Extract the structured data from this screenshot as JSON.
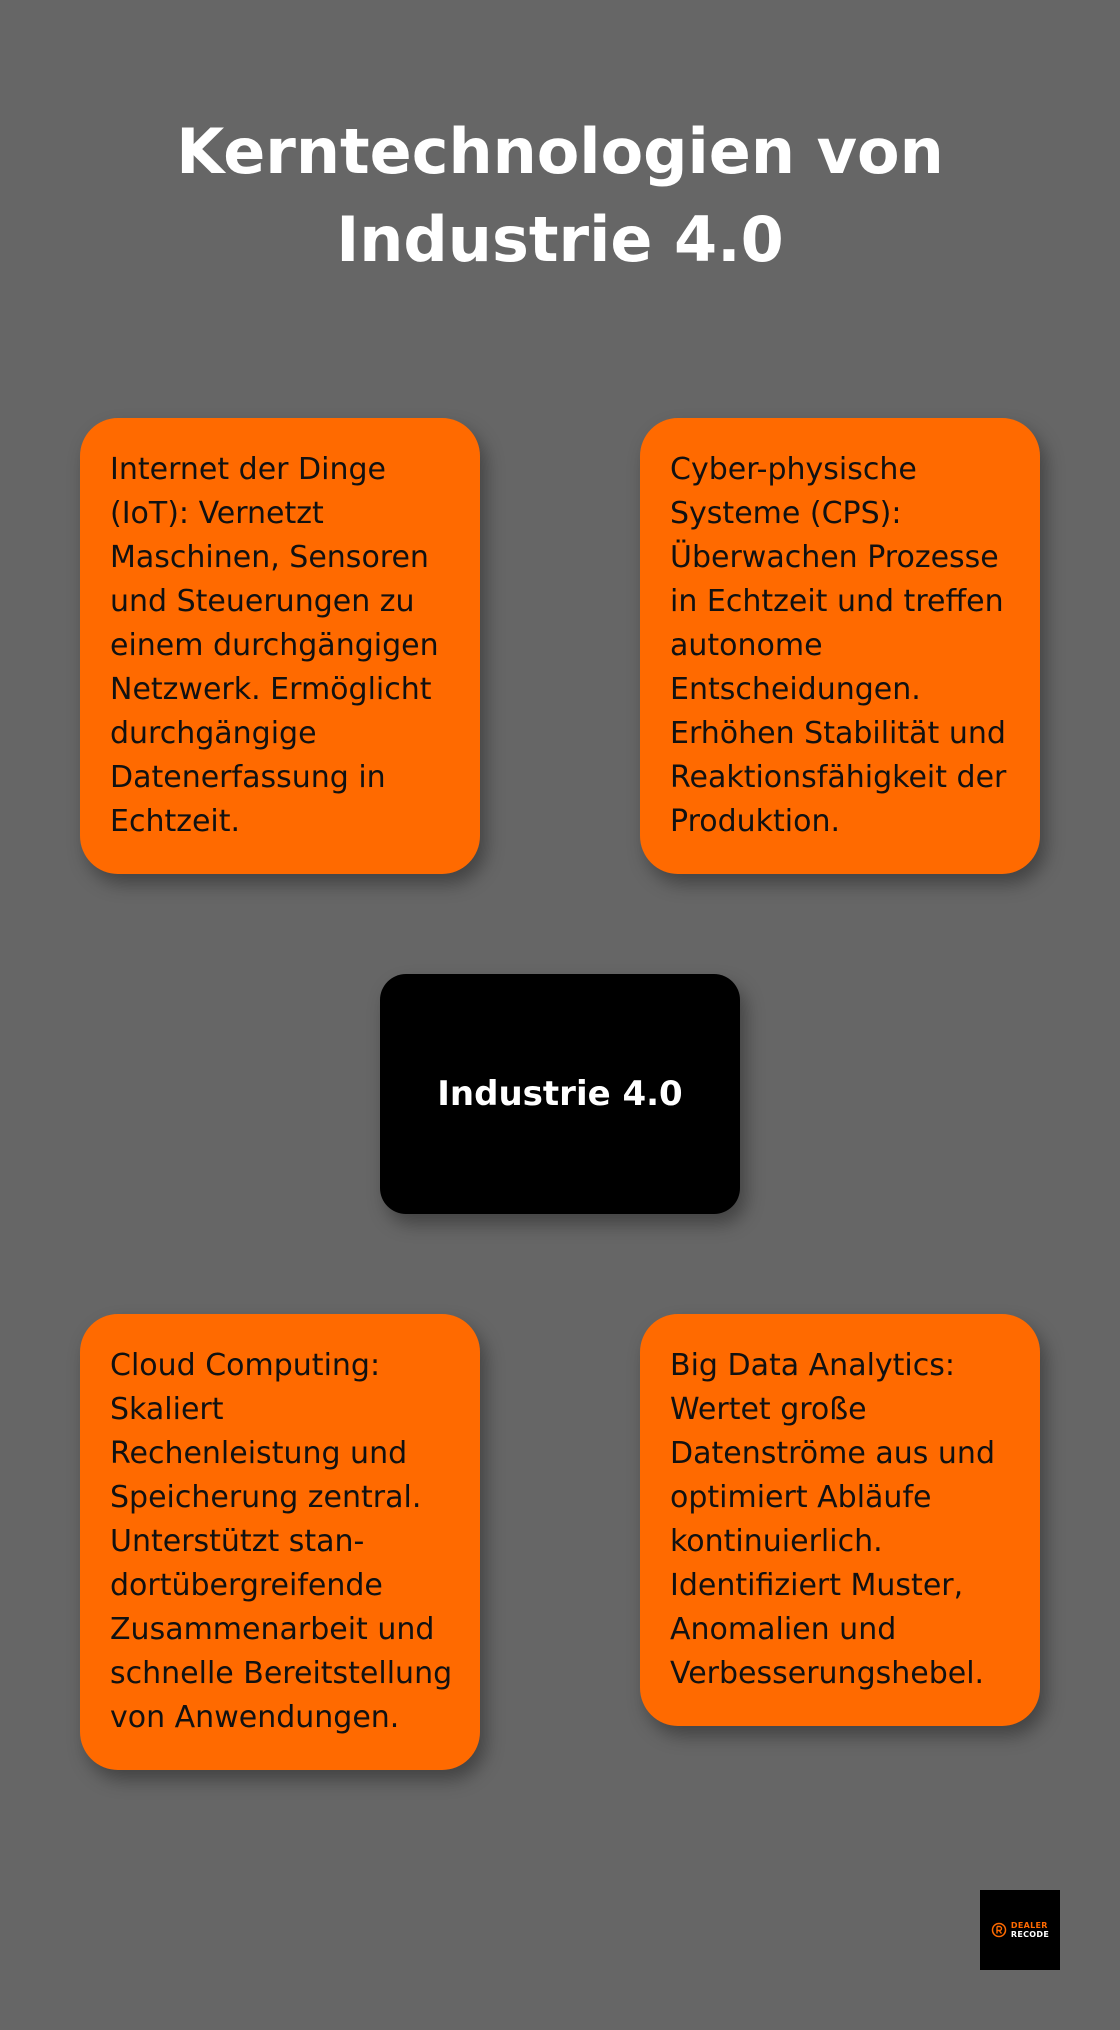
{
  "title": {
    "line1": "Kerntechnologien von",
    "line2": "Industrie 4.0"
  },
  "center": {
    "label": "Industrie 4.0"
  },
  "cards": {
    "iot": {
      "text": "Internet der Dinge (IoT): Vernetzt Maschinen, Sensoren und Steuerungen zu einem durchgängigen Netzwerk. Ermöglicht durchgängige Datenerfassung in Echtzeit."
    },
    "cps": {
      "text": "Cyber-physische Systeme (CPS): Überwachen Prozesse in Echtzeit und treffen autonome Entscheidungen. Erhöhen Stabilität und Reaktionsfähigkeit der Produktion."
    },
    "cloud": {
      "text": "Cloud Computing: Skaliert Rechenleistung und Speicherung zentral. Unterstützt stan­dortübergreifende Zusammenarbeit und schnelle Bereitstellung von Anwendungen."
    },
    "bigdata": {
      "text": "Big Data Analytics: Wertet große Datenströme aus und optimiert Abläufe kontinuierlich. Identifiziert Muster, Anomalien und Verbesserungshebel."
    }
  },
  "logo": {
    "line1": "DEALER",
    "line2": "RECODE",
    "icon": "dealer-recode-logo-icon"
  },
  "colors": {
    "background": "#666666",
    "card": "#ff6a00",
    "center": "#000000",
    "title": "#ffffff"
  }
}
